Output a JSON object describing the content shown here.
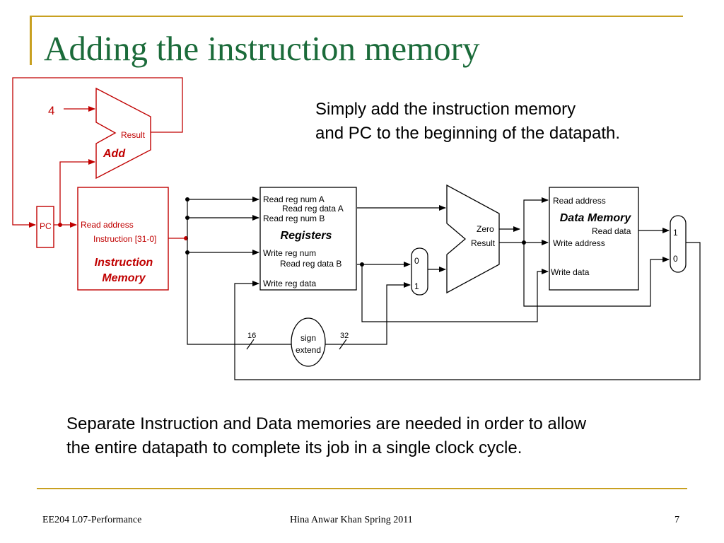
{
  "slide": {
    "title": "Adding the instruction memory",
    "note_lines": [
      "Simply add the instruction memory",
      "and PC to the beginning of the datapath."
    ],
    "bottom_lines": [
      "Separate Instruction and Data memories are needed in order to allow",
      "the entire datapath to complete its job in a single clock cycle."
    ],
    "footer_left": "EE204 L07-Performance",
    "footer_center": "Hina Anwar Khan Spring 2011",
    "footer_page": "7"
  },
  "diagram": {
    "const_four": "4",
    "adder": {
      "result": "Result",
      "name": "Add"
    },
    "pc": "PC",
    "imem": {
      "read_address": "Read address",
      "instruction": "Instruction [31-0]",
      "name_lines": [
        "Instruction",
        "Memory"
      ]
    },
    "registers": {
      "read_reg_a": "Read reg num A",
      "read_data_a": "Read reg data A",
      "read_reg_b": "Read reg num B",
      "name": "Registers",
      "write_reg": "Write reg num",
      "read_data_b": "Read reg data B",
      "write_data": "Write reg data"
    },
    "alu": {
      "zero": "Zero",
      "result": "Result"
    },
    "dmem": {
      "read_address": "Read address",
      "name": "Data Memory",
      "read_data": "Read data",
      "write_address": "Write address",
      "write_data": "Write data"
    },
    "mux_alu": {
      "in0": "0",
      "in1": "1"
    },
    "mux_wb": {
      "in1": "1",
      "in0": "0"
    },
    "sign_extend": {
      "line1": "sign",
      "line2": "extend",
      "in_bits": "16",
      "out_bits": "32"
    }
  },
  "colors": {
    "title": "#1b6b3a",
    "accent": "#c8a020",
    "fetch_red": "#c00000"
  }
}
